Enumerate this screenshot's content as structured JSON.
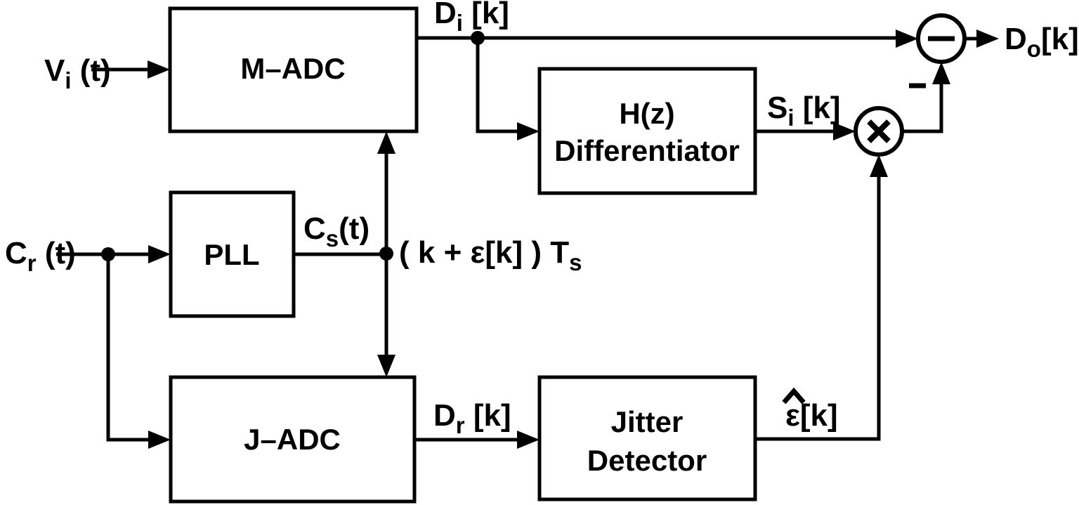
{
  "colors": {
    "ink": "#000000",
    "background": "#ffffff"
  },
  "blocks": {
    "m_adc": {
      "label": "M–ADC"
    },
    "pll": {
      "label": "PLL"
    },
    "j_adc": {
      "label": "J–ADC"
    },
    "differentiator": {
      "line1": "H(z)",
      "line2": "Differentiator"
    },
    "jitter_detector": {
      "line1": "Jitter",
      "line2": "Detector"
    }
  },
  "summing_nodes": {
    "subtractor": {
      "symbol": "−",
      "input_sign": "−"
    },
    "multiplier": {
      "symbol": "×"
    }
  },
  "signals": {
    "vi": {
      "base": "V",
      "sub": "i",
      "rest": " (t)"
    },
    "di": {
      "base": "D",
      "sub": "i",
      "rest": " [k]"
    },
    "do": {
      "base": "D",
      "sub": "o",
      "rest": "[k]"
    },
    "cr": {
      "base": "C",
      "sub": "r",
      "rest": " (t)"
    },
    "cs": {
      "base": "C",
      "sub": "s",
      "rest": "(t)"
    },
    "clock": {
      "base": "( k + ε[k] ) T",
      "sub": "s"
    },
    "dr": {
      "base": "D",
      "sub": "r",
      "rest": " [k]"
    },
    "si": {
      "base": "S",
      "sub": "i",
      "rest": " [k]"
    },
    "eps_hat": {
      "hat": "^",
      "base": "ε",
      "rest": "[k]"
    }
  }
}
